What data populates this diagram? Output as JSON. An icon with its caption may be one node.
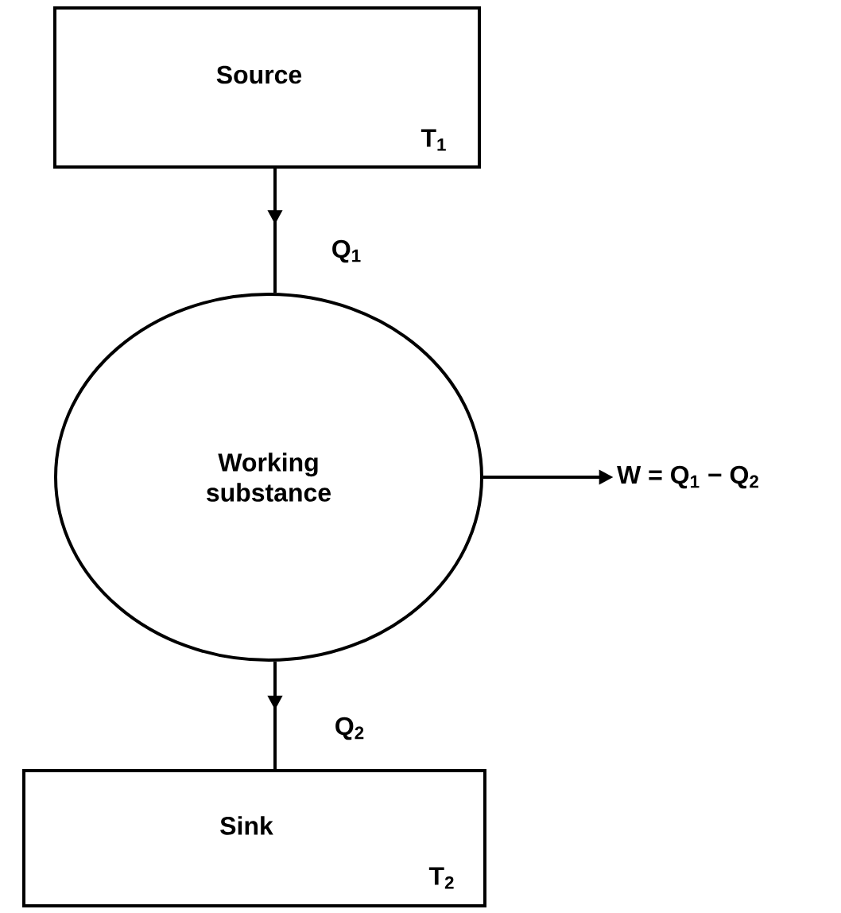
{
  "diagram": {
    "nodes": [
      {
        "text": [
          "Source",
          "T$_{1}$"
        ]
      },
      {
        "text": [
          "Working substance"
        ]
      },
      {
        "text": [
          "Sink",
          "T$_{2}$"
        ]
      },
      {
        "text": [
          "W = Q$_{1}$ − Q$_{2}$"
        ]
      }
    ],
    "edges": [
      {
        "from": 0,
        "to": 1,
        "arrow": "to",
        "label": "Q$_{1}$"
      },
      {
        "from": 1,
        "to": 3,
        "arrow": "to"
      },
      {
        "from": 1,
        "to": 2,
        "arrow": "to",
        "label": "Q$_{2}$"
      }
    ]
  }
}
